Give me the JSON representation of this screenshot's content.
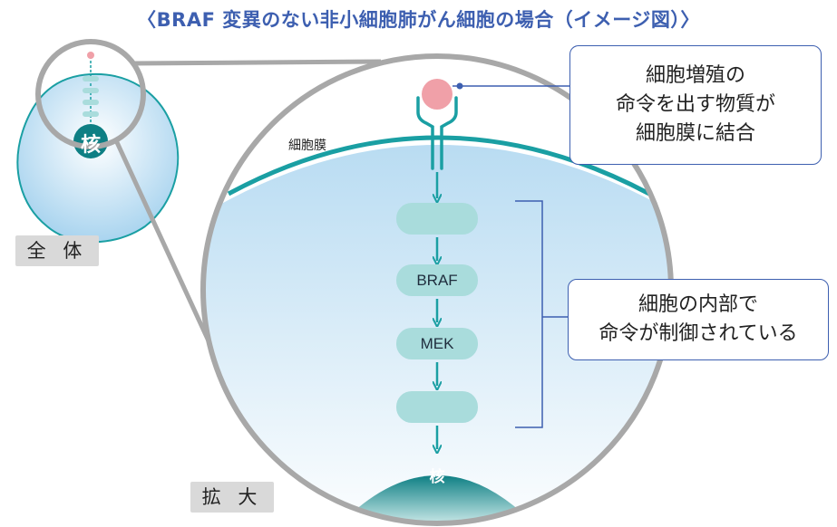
{
  "title": "〈BRAF 変異のない非小細胞肺がん細胞の場合（イメージ図）〉",
  "whole_cell": {
    "tag": "全 体",
    "nucleus_label": "核"
  },
  "zoom": {
    "tag": "拡 大",
    "membrane_label": "細胞膜",
    "pathway": [
      "",
      "BRAF",
      "MEK",
      ""
    ],
    "nucleus_label": "核"
  },
  "callouts": {
    "binding": [
      "細胞増殖の",
      "命令を出す物質が",
      "細胞膜に結合"
    ],
    "control": [
      "細胞の内部で",
      "命令が制御されている"
    ]
  },
  "colors": {
    "title": "#3d5fb0",
    "teal": "#1a9fa3",
    "pill": "#a9dcdc",
    "ligand": "#f0a0a8",
    "lens": "#a8a8a8",
    "callout_border": "#3d5fb0"
  }
}
